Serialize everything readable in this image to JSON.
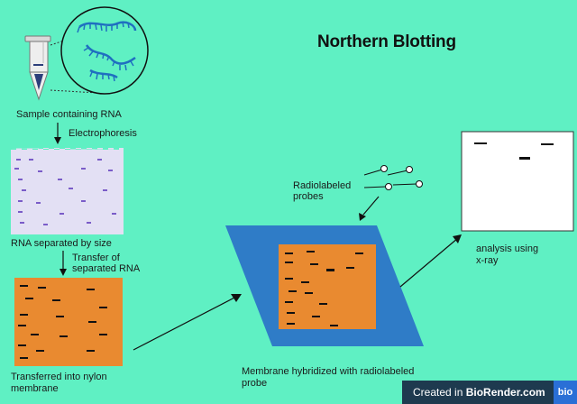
{
  "title": "Northern Blotting",
  "labels": {
    "sample": "Sample containing RNA",
    "electrophoresis": "Electrophoresis",
    "rna_separated": "RNA separated by size",
    "transfer_line1": "Transfer of",
    "transfer_line2": "separated RNA",
    "transferred_line1": "Transferred into nylon",
    "transferred_line2": "membrane",
    "probes_line1": "Radiolabeled",
    "probes_line2": "probes",
    "hybridized_line1": "Membrane hybridized with radiolabeled",
    "hybridized_line2": "probe",
    "analysis_line1": "analysis using",
    "analysis_line2": "x-ray"
  },
  "badge": {
    "prefix": "Created in ",
    "brand": "BioRender.com",
    "logo": "bio"
  },
  "colors": {
    "background": "#5ff0c3",
    "gel": "#e3e0f4",
    "gel_band": "#7a5cc8",
    "membrane": "#e98a30",
    "blue_sheet": "#2f7cc7",
    "rna_strand": "#1f6fc0",
    "dark": "#111111"
  }
}
